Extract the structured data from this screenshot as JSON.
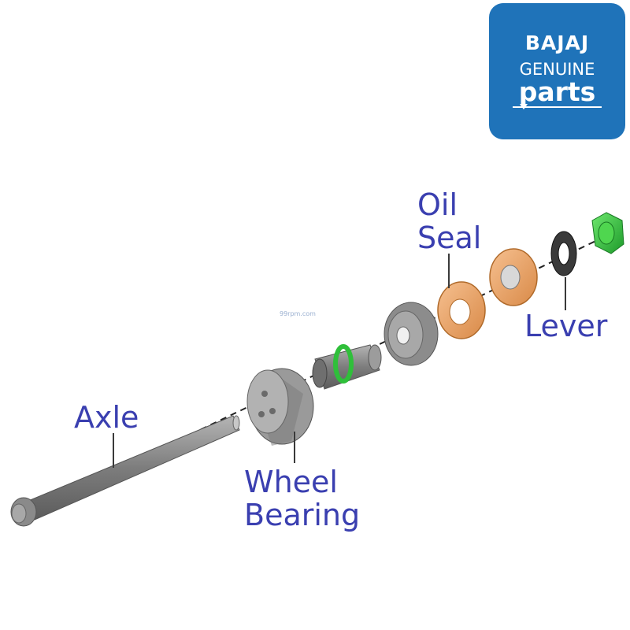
{
  "labels": {
    "axle": "Axle",
    "wheel_line1": "Wheel",
    "wheel_line2": "Bearing",
    "oil_line1": "Oil",
    "oil_line2": "Seal",
    "lever": "Lever"
  },
  "logo": {
    "brand": "BAJAJ",
    "line2": "GENUINE",
    "line3": "parts",
    "bg_color": "#1f73b9"
  },
  "watermark": "99rpm.com",
  "colors": {
    "label": "#3a3fb0",
    "seal": "#e8a060",
    "metal": "#8e8e8e",
    "green_part": "#2fbf3a"
  }
}
